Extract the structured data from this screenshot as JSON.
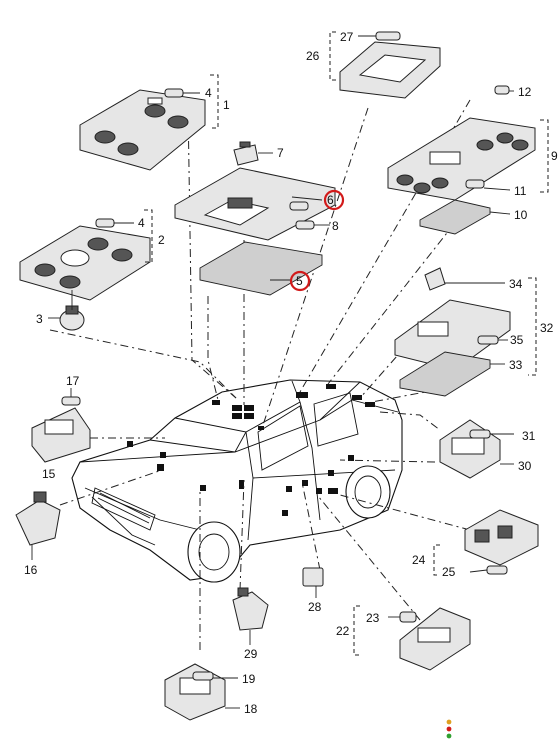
{
  "callouts": [
    {
      "id": "c1",
      "label": "1"
    },
    {
      "id": "c2",
      "label": "2"
    },
    {
      "id": "c3",
      "label": "3"
    },
    {
      "id": "c4a",
      "label": "4"
    },
    {
      "id": "c4b",
      "label": "4"
    },
    {
      "id": "c5",
      "label": "5"
    },
    {
      "id": "c6",
      "label": "6"
    },
    {
      "id": "c7",
      "label": "7"
    },
    {
      "id": "c8",
      "label": "8"
    },
    {
      "id": "c9",
      "label": "9"
    },
    {
      "id": "c10",
      "label": "10"
    },
    {
      "id": "c11",
      "label": "11"
    },
    {
      "id": "c12",
      "label": "12"
    },
    {
      "id": "c15",
      "label": "15"
    },
    {
      "id": "c16",
      "label": "16"
    },
    {
      "id": "c17",
      "label": "17"
    },
    {
      "id": "c18",
      "label": "18"
    },
    {
      "id": "c19",
      "label": "19"
    },
    {
      "id": "c22",
      "label": "22"
    },
    {
      "id": "c23",
      "label": "23"
    },
    {
      "id": "c24",
      "label": "24"
    },
    {
      "id": "c25",
      "label": "25"
    },
    {
      "id": "c26",
      "label": "26"
    },
    {
      "id": "c27",
      "label": "27"
    },
    {
      "id": "c28",
      "label": "28"
    },
    {
      "id": "c29",
      "label": "29"
    },
    {
      "id": "c30",
      "label": "30"
    },
    {
      "id": "c31",
      "label": "31"
    },
    {
      "id": "c32",
      "label": "32"
    },
    {
      "id": "c33",
      "label": "33"
    },
    {
      "id": "c34",
      "label": "34"
    },
    {
      "id": "c35",
      "label": "35"
    }
  ],
  "highlighted": [
    "5",
    "6"
  ],
  "colors": {
    "highlight": "#d21a1a",
    "line": "#222222",
    "part_fill": "#e6e6e6",
    "dots": [
      "#e0a020",
      "#d21a1a",
      "#30a030"
    ]
  }
}
